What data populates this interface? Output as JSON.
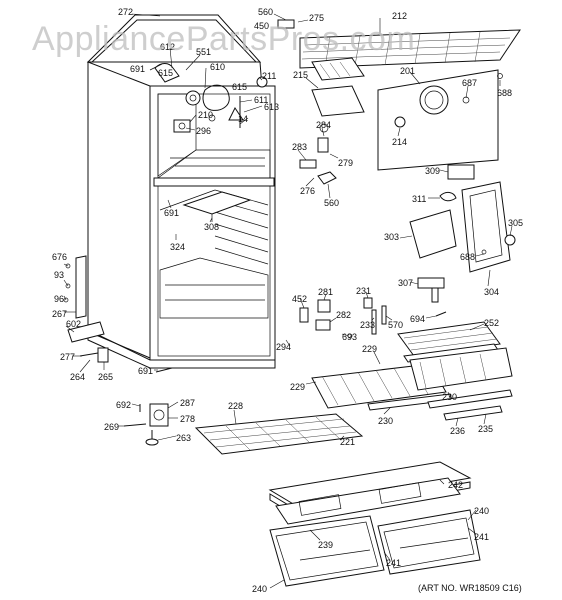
{
  "watermark": "AppliancePartsPros.com",
  "art_number": "(ART NO. WR18509 C16)",
  "part_labels": {
    "p272": "272",
    "p560a": "560",
    "p450": "450",
    "p275": "275",
    "p212": "212",
    "p612": "612",
    "p551": "551",
    "p691a": "691",
    "p610": "610",
    "p615a": "615",
    "p615b": "615",
    "p211": "211",
    "p611": "611",
    "p613": "613",
    "p210": "210",
    "p14": "14",
    "p296": "296",
    "p215": "215",
    "p201": "201",
    "p687": "687",
    "p688a": "688",
    "p284": "284",
    "p279": "279",
    "p283": "283",
    "p276": "276",
    "p560b": "560",
    "p214": "214",
    "p309": "309",
    "p311": "311",
    "p305": "305",
    "p303": "303",
    "p688b": "688",
    "p304": "304",
    "p691b": "691",
    "p308": "308",
    "p324": "324",
    "p676": "676",
    "p93": "93",
    "p96": "96",
    "p267": "267",
    "p602": "602",
    "p277": "277",
    "p264": "264",
    "p265": "265",
    "p691c": "691",
    "p452": "452",
    "p281": "281",
    "p231": "231",
    "p282": "282",
    "p233": "233",
    "p570": "570",
    "p307": "307",
    "p694": "694",
    "p252": "252",
    "p693": "693",
    "p294": "294",
    "p229a": "229",
    "p229b": "229",
    "p230a": "230",
    "p230b": "230",
    "p236": "236",
    "p235": "235",
    "p692": "692",
    "p287": "287",
    "p228": "228",
    "p278": "278",
    "p269": "269",
    "p263": "263",
    "p221": "221",
    "p242": "242",
    "p240a": "240",
    "p239": "239",
    "p241a": "241",
    "p241b": "241",
    "p240b": "240"
  }
}
